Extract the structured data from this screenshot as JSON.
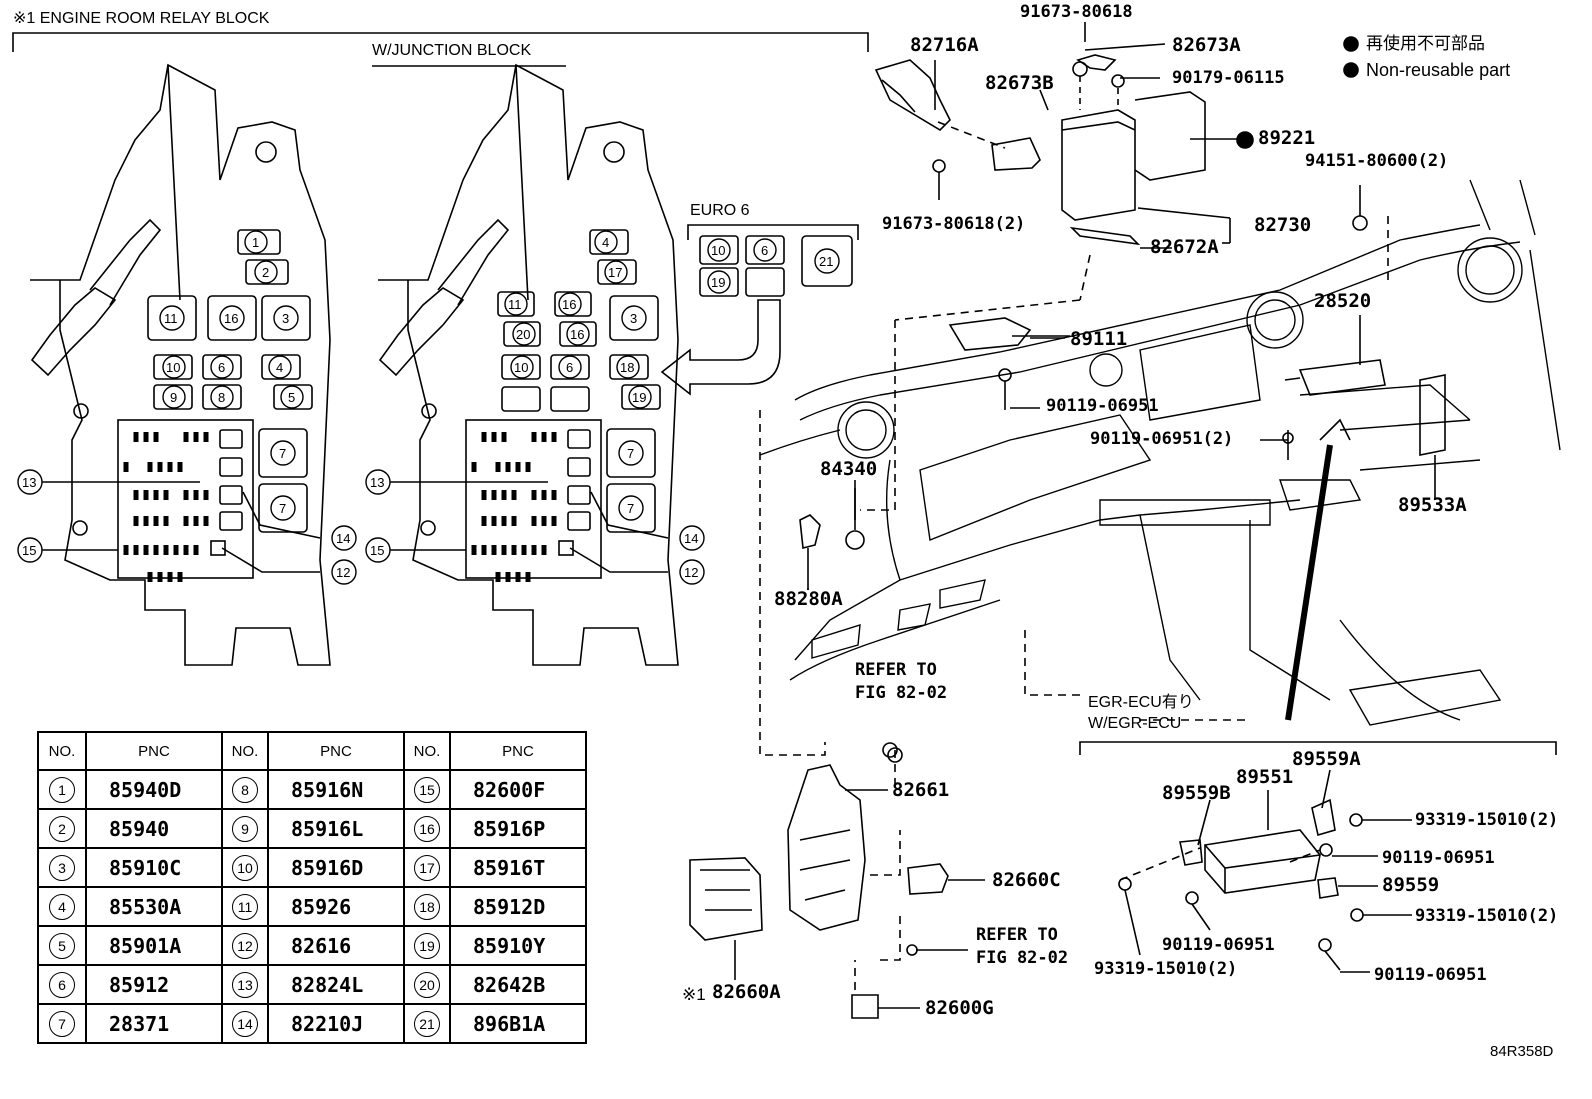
{
  "titles": {
    "relay_block": "※1 ENGINE ROOM RELAY BLOCK",
    "junction_block": "W/JUNCTION BLOCK",
    "euro6": "EURO 6",
    "legend_jp": "再使用不可部品",
    "legend_en": "Non-reusable part",
    "egr_jp": "EGR-ECU有り",
    "egr_en": "W/EGR-ECU",
    "refer_1": "REFER TO",
    "refer_1b": "FIG 82-02",
    "refer_2": "REFER TO",
    "refer_2b": "FIG 82-02",
    "drawing_id": "84R358D"
  },
  "legend_symbol": "●",
  "callouts": {
    "p91673_80618_top": "91673-80618",
    "p82716A": "82716A",
    "p82673A": "82673A",
    "p90179_06115": "90179-06115",
    "p82673B": "82673B",
    "p89221": "89221",
    "p94151_80600": "94151-80600(2)",
    "p91673_80618_2": "91673-80618(2)",
    "p82730": "82730",
    "p82672A": "82672A",
    "p28520": "28520",
    "p89111": "89111",
    "p90119_06951_a": "90119-06951",
    "p90119_06951_2": "90119-06951(2)",
    "p84340": "84340",
    "p89533A": "89533A",
    "p88280A": "88280A",
    "p89559A": "89559A",
    "p89551": "89551",
    "p89559B": "89559B",
    "p93319_15010_a": "93319-15010(2)",
    "p90119_06951_b": "90119-06951",
    "p89559": "89559",
    "p93319_15010_b": "93319-15010(2)",
    "p90119_06951_c": "90119-06951",
    "p93319_15010_c": "93319-15010(2)",
    "p90119_06951_d": "90119-06951",
    "p82661": "82661",
    "p82660C": "82660C",
    "p82660A_prefix": "※1",
    "p82660A": "82660A",
    "p82600G": "82600G"
  },
  "fuse_numbers": {
    "n1": "1",
    "n2": "2",
    "n3": "3",
    "n4": "4",
    "n5": "5",
    "n6": "6",
    "n7": "7",
    "n8": "8",
    "n9": "9",
    "n10": "10",
    "n11": "11",
    "n12": "12",
    "n13": "13",
    "n14": "14",
    "n15": "15",
    "n16": "16",
    "n17": "17",
    "n18": "18",
    "n19": "19",
    "n20": "20",
    "n21": "21"
  },
  "table": {
    "headers": [
      "NO.",
      "PNC",
      "NO.",
      "PNC",
      "NO.",
      "PNC"
    ],
    "rows": [
      [
        "1",
        "85940D",
        "8",
        "85916N",
        "15",
        "82600F"
      ],
      [
        "2",
        "85940",
        "9",
        "85916L",
        "16",
        "85916P"
      ],
      [
        "3",
        "85910C",
        "10",
        "85916D",
        "17",
        "85916T"
      ],
      [
        "4",
        "85530A",
        "11",
        "85926",
        "18",
        "85912D"
      ],
      [
        "5",
        "85901A",
        "12",
        "82616",
        "19",
        "85910Y"
      ],
      [
        "6",
        "85912",
        "13",
        "82824L",
        "20",
        "82642B"
      ],
      [
        "7",
        "28371",
        "14",
        "82210J",
        "21",
        "896B1A"
      ]
    ]
  }
}
